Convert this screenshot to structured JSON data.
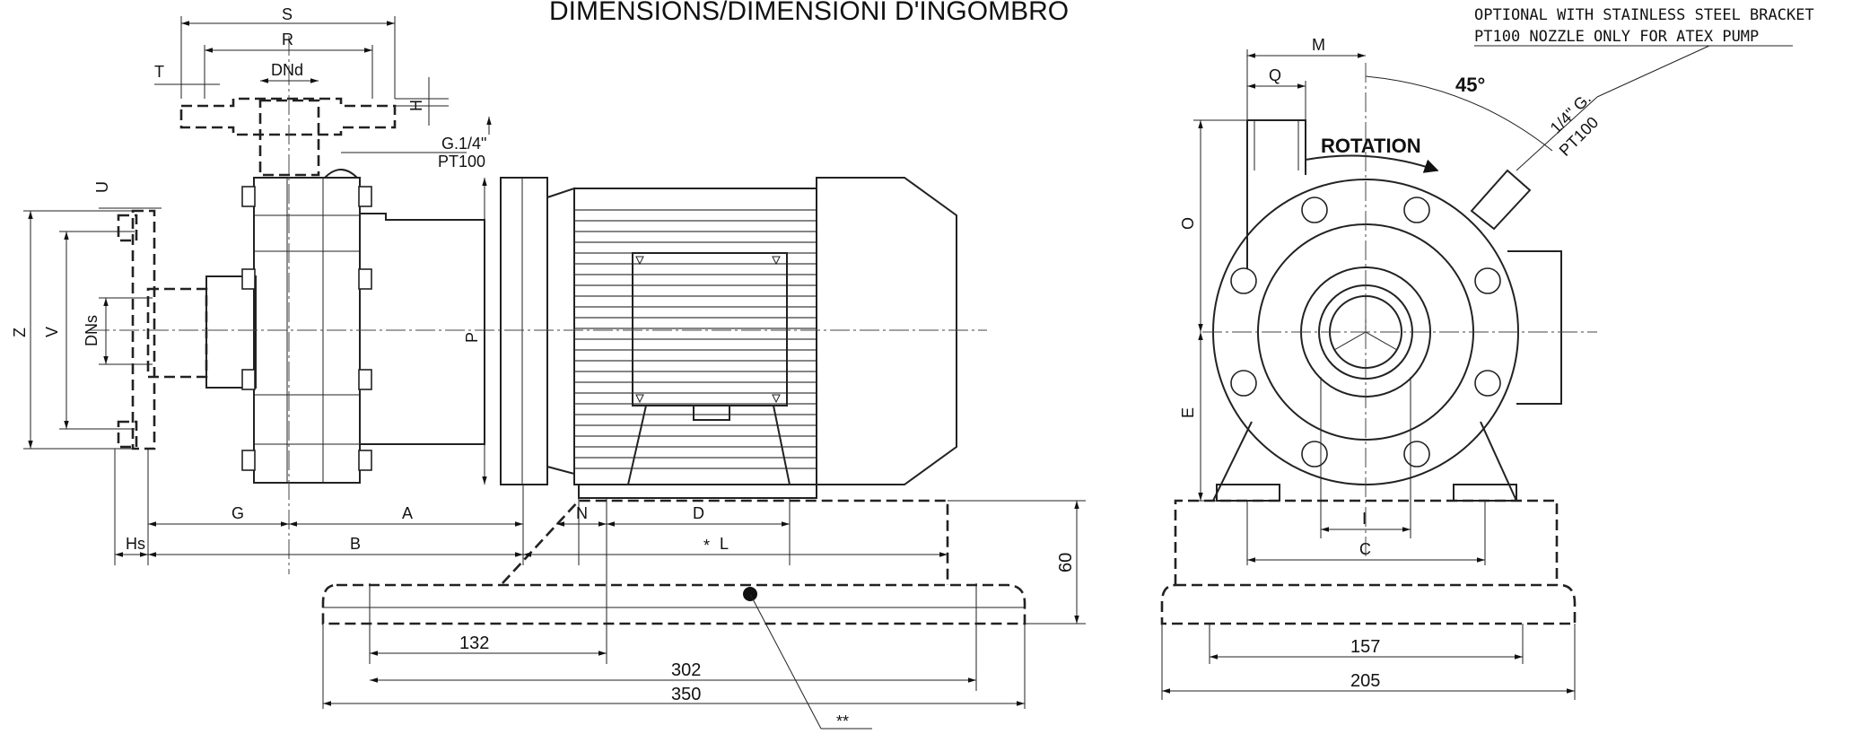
{
  "title": "DIMENSIONS/DIMENSIONI D'INGOMBRO",
  "notes": {
    "bracket": "OPTIONAL WITH STAINLESS STEEL BRACKET",
    "nozzle": "PT100 NOZZLE ONLY FOR ATEX PUMP",
    "rotation": "ROTATION",
    "angle": "45°",
    "thread": "1/4\" G.",
    "sensor": "PT100",
    "port": "G.1/4\"",
    "port_sensor": "PT100",
    "base_marker": "**",
    "star": "*"
  },
  "side_view": {
    "labels": {
      "S": "S",
      "R": "R",
      "T": "T",
      "DNd": "DNd",
      "H": "H",
      "U": "U",
      "Z": "Z",
      "V": "V",
      "DNs": "DNs",
      "P": "P",
      "G": "G",
      "A": "A",
      "N": "N",
      "D": "D",
      "Hs": "Hs",
      "B": "B",
      "L": "L"
    },
    "base_dims": {
      "d132": "132",
      "d302": "302",
      "d350": "350",
      "d60": "60"
    }
  },
  "front_view": {
    "labels": {
      "M": "M",
      "Q": "Q",
      "O": "O",
      "E": "E",
      "I": "I",
      "C": "C"
    },
    "base_dims": {
      "d157": "157",
      "d205": "205"
    }
  }
}
